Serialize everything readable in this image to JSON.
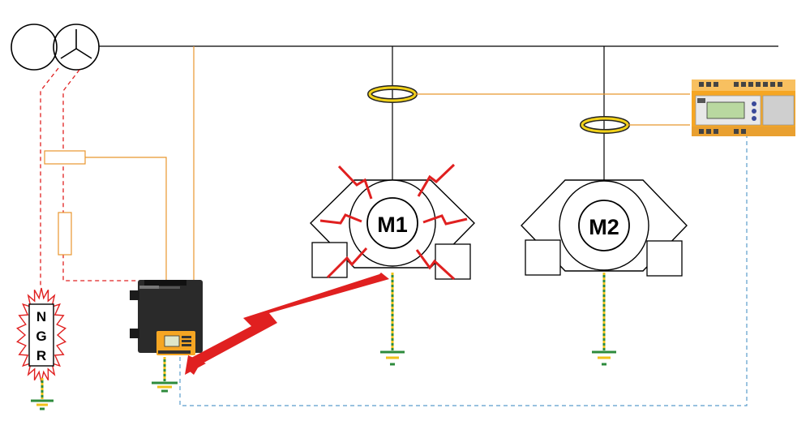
{
  "motors": [
    {
      "id": "m1",
      "label": "M1",
      "state": "fault"
    },
    {
      "id": "m2",
      "label": "M2",
      "state": "normal"
    }
  ],
  "ngr": {
    "letters": [
      "N",
      "G",
      "R"
    ]
  },
  "colors": {
    "busbar": "#000000",
    "signal_wire": "#e8962e",
    "earth_green": "#2e8b3c",
    "earth_yellow": "#f0c21a",
    "fault_red": "#e02020",
    "ct_ring_yellow": "#f2d21a",
    "comm_dashed_blue": "#5a9ccc",
    "device_dark": "#2a2a2a",
    "device_orange": "#f6a623"
  },
  "icons": {
    "transformer": "transformer-icon",
    "current_transformer": "current-transformer-icon",
    "earth": "earth-ground-icon",
    "fault_lightning": "fault-lightning-icon",
    "resistor": "resistor-icon"
  }
}
